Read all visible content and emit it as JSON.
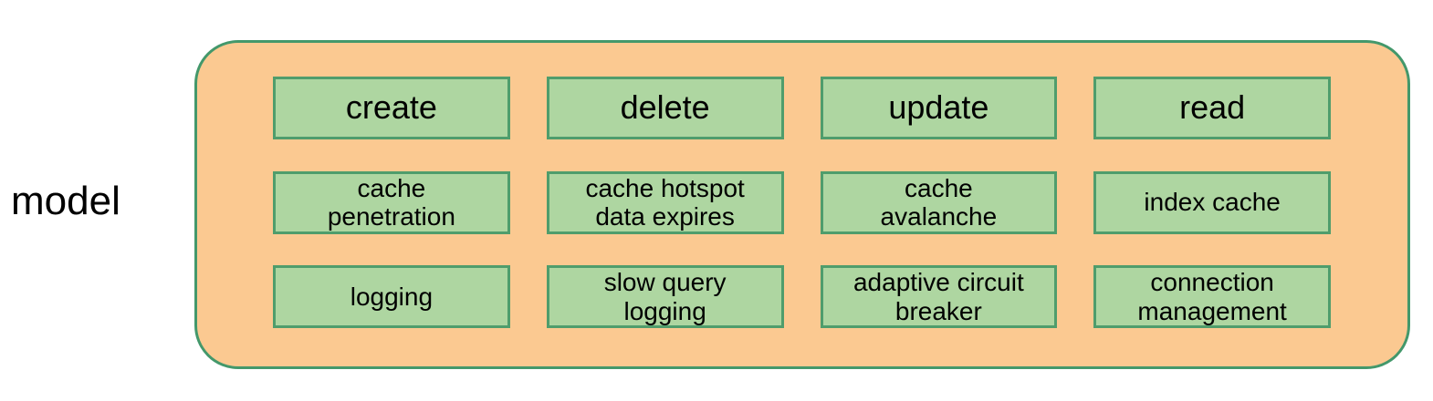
{
  "diagram": {
    "label": "model",
    "grid": {
      "rows": [
        {
          "cells": [
            "create",
            "delete",
            "update",
            "read"
          ]
        },
        {
          "cells": [
            "cache\npenetration",
            "cache hotspot\ndata expires",
            "cache\navalanche",
            "index cache"
          ]
        },
        {
          "cells": [
            "logging",
            "slow query\nlogging",
            "adaptive circuit\nbreaker",
            "connection\nmanagement"
          ]
        }
      ]
    },
    "colors": {
      "background": "#FFFFFF",
      "container_fill": "#FBC991",
      "container_border": "#43986B",
      "node_fill": "#AED6A1",
      "node_border": "#4F9D6C",
      "text": "#000000"
    }
  }
}
